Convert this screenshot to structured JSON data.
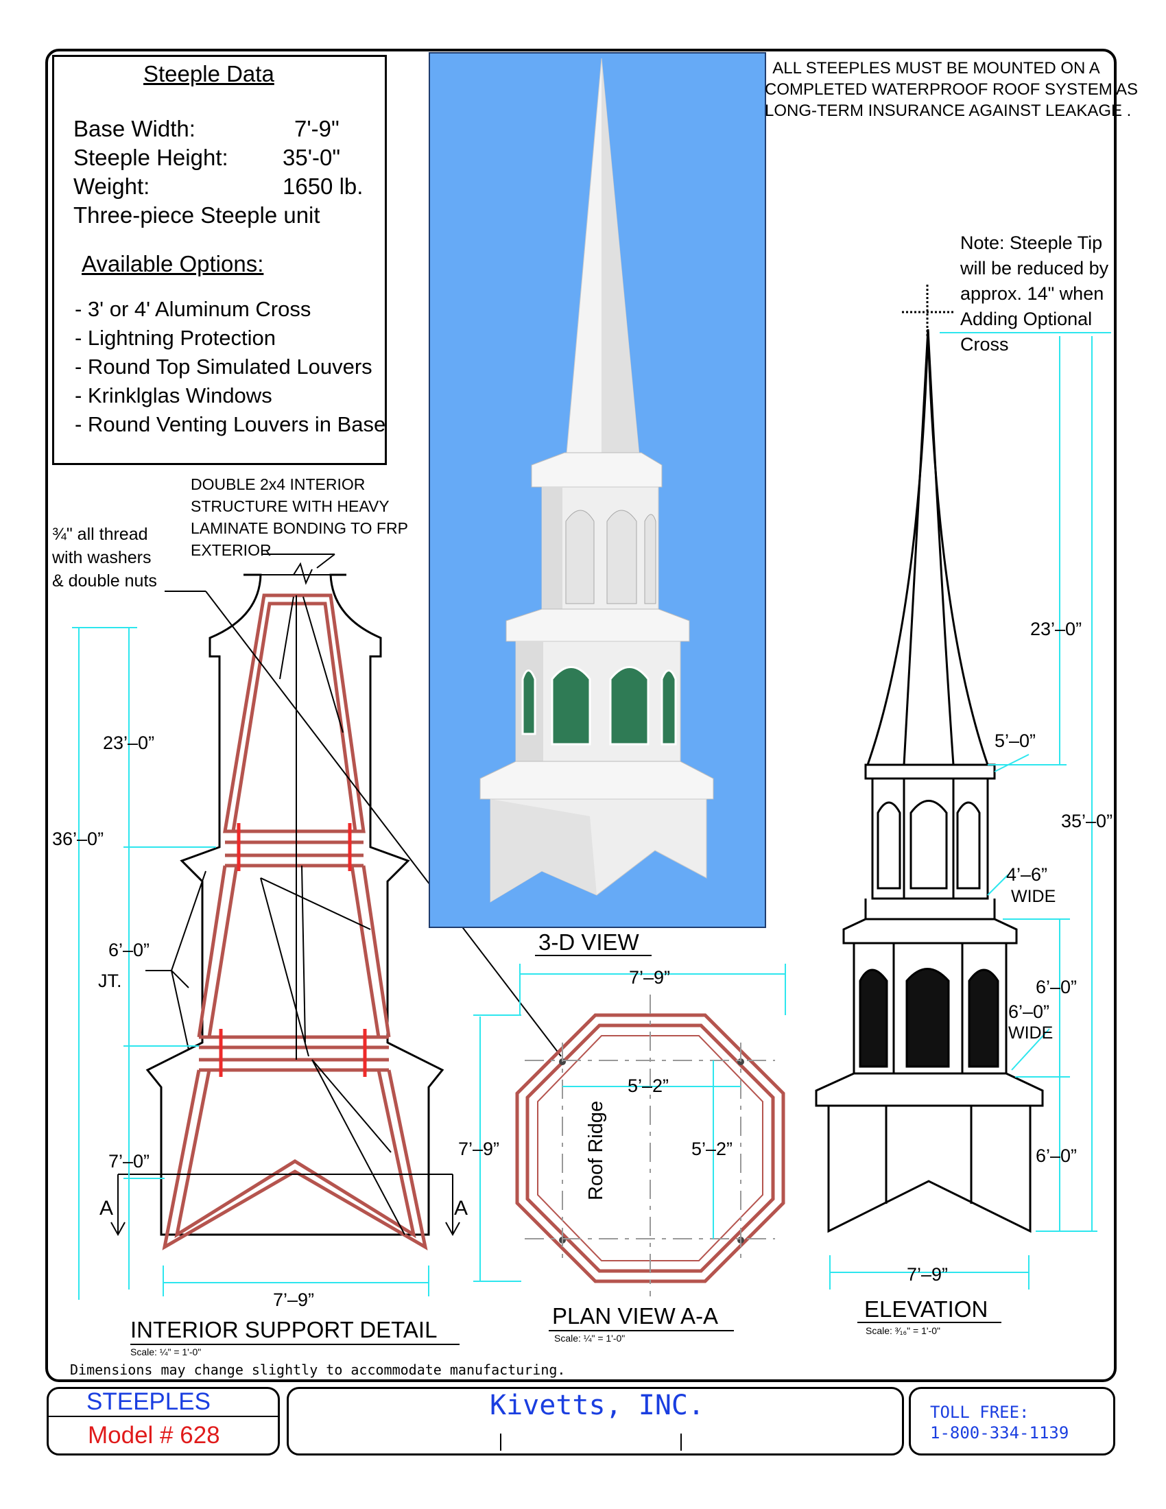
{
  "steeple_data": {
    "title": "Steeple Data",
    "specs": [
      {
        "label": "Base Width:",
        "value": "7'-9\""
      },
      {
        "label": "Steeple Height:",
        "value": "35'-0\""
      },
      {
        "label": "Weight:",
        "value": "1650 lb."
      }
    ],
    "unit_note": "Three-piece Steeple unit",
    "options_title": "Available Options:",
    "options": [
      "-  3' or 4' Aluminum Cross",
      "-  Lightning Protection",
      "-  Round Top Simulated Louvers",
      "-  Krinklglas Windows",
      "-  Round Venting Louvers in Base"
    ]
  },
  "mount_note": [
    "ALL STEEPLES MUST BE MOUNTED ON A",
    "COMPLETED WATERPROOF ROOF SYSTEM AS",
    "LONG-TERM INSURANCE AGAINST LEAKAGE ."
  ],
  "tip_note": [
    "Note:  Steeple Tip",
    "will be reduced by",
    "approx. 14\" when",
    "Adding Optional",
    "Cross"
  ],
  "interior_detail": {
    "structure_note": [
      "DOUBLE 2x4 INTERIOR",
      "STRUCTURE WITH HEAVY",
      "LAMINATE BONDING TO FRP",
      "EXTERIOR"
    ],
    "thread_note": [
      "¾\" all thread",
      "with washers",
      "& double nuts"
    ],
    "dims": {
      "top": "23’–0”",
      "total": "36’–0”",
      "middle": "6’–0”",
      "joint": "JT.",
      "bottom": "7’–0”",
      "width": "7’–9”"
    },
    "section_marks": [
      "A",
      "A"
    ],
    "title": "INTERIOR SUPPORT DETAIL",
    "scale": "Scale: ¼\" = 1'-0\""
  },
  "view_3d": {
    "title": "3-D VIEW"
  },
  "plan_view": {
    "dims": {
      "width": "7’–9”",
      "height": "7’–9”",
      "inner_width": "5’–2”",
      "inner_height": "5’–2”"
    },
    "ridge_label": "Roof Ridge",
    "title": "PLAN VIEW A-A",
    "scale": "Scale: ¼\" = 1'-0\""
  },
  "elevation": {
    "dims": {
      "spire": "23’–0”",
      "total": "35’–0”",
      "spire_base": "5’–0”",
      "belfry_width": "4’–6”",
      "belfry_wide": "WIDE",
      "lantern": "6’–0”",
      "lantern_width": "6’–0”",
      "lantern_wide": "WIDE",
      "base": "6’–0”",
      "base_width": "7’–9”"
    },
    "title": "ELEVATION",
    "scale": "Scale: ³⁄₁₆\" = 1'-0\""
  },
  "disclaimer": "Dimensions may change slightly to accommodate manufacturing.",
  "title_block": {
    "category": "STEEPLES",
    "model": "Model # 628",
    "company": "Kivetts, INC.",
    "toll_label": "TOLL  FREE:",
    "phone": "1-800-334-1139"
  },
  "colors": {
    "dimension": "#2de6ee",
    "frame": "#b5544e",
    "bolt": "#ee2a2a",
    "panel": "#66aaf6",
    "title_blue": "#1a3ee0",
    "model_red": "#e01a1a"
  }
}
